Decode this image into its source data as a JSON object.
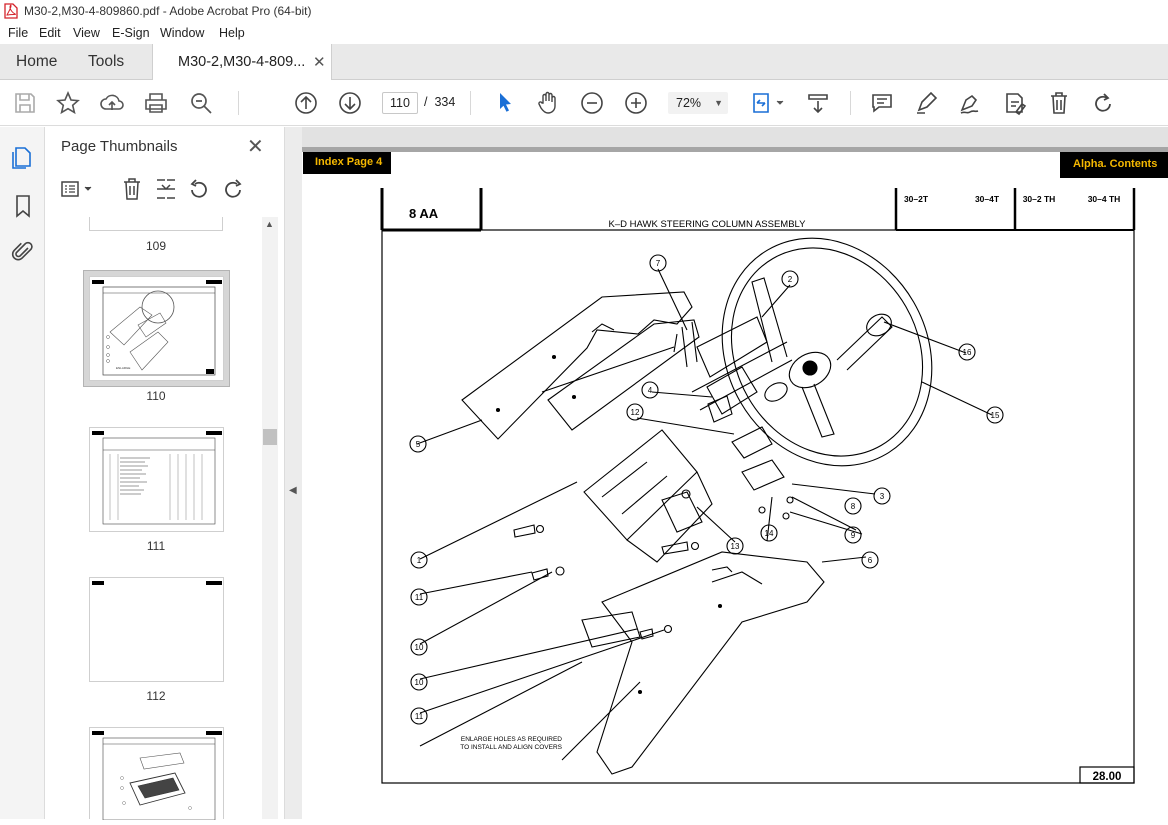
{
  "window": {
    "title": "M30-2,M30-4-809860.pdf - Adobe Acrobat Pro (64-bit)"
  },
  "menu": [
    "File",
    "Edit",
    "View",
    "E-Sign",
    "Window",
    "Help"
  ],
  "tabs": {
    "home": "Home",
    "tools": "Tools",
    "document": "M30-2,M30-4-809..."
  },
  "toolbar": {
    "current_page": "110",
    "page_separator": "/",
    "total_pages": "334",
    "zoom": "72%"
  },
  "thumbnails_panel": {
    "title": "Page Thumbnails",
    "pages": [
      "109",
      "110",
      "111",
      "112"
    ]
  },
  "document": {
    "index_link": "Index Page 4",
    "alpha_link": "Alpha. Contents",
    "section": "8 AA",
    "heading": "K–D HAWK   STEERING COLUMN ASSEMBLY",
    "models": [
      "30–2T",
      "30–4T",
      "30–2 TH",
      "30–4 TH"
    ],
    "page_number": "28.00",
    "note_line1": "ENLARGE HOLES AS REQUIRED",
    "note_line2": "TO INSTALL AND ALIGN COVERS",
    "callouts": [
      "7",
      "2",
      "16",
      "15",
      "4",
      "12",
      "5",
      "3",
      "8",
      "9",
      "14",
      "13",
      "6",
      "1",
      "11",
      "10",
      "10",
      "11"
    ]
  }
}
